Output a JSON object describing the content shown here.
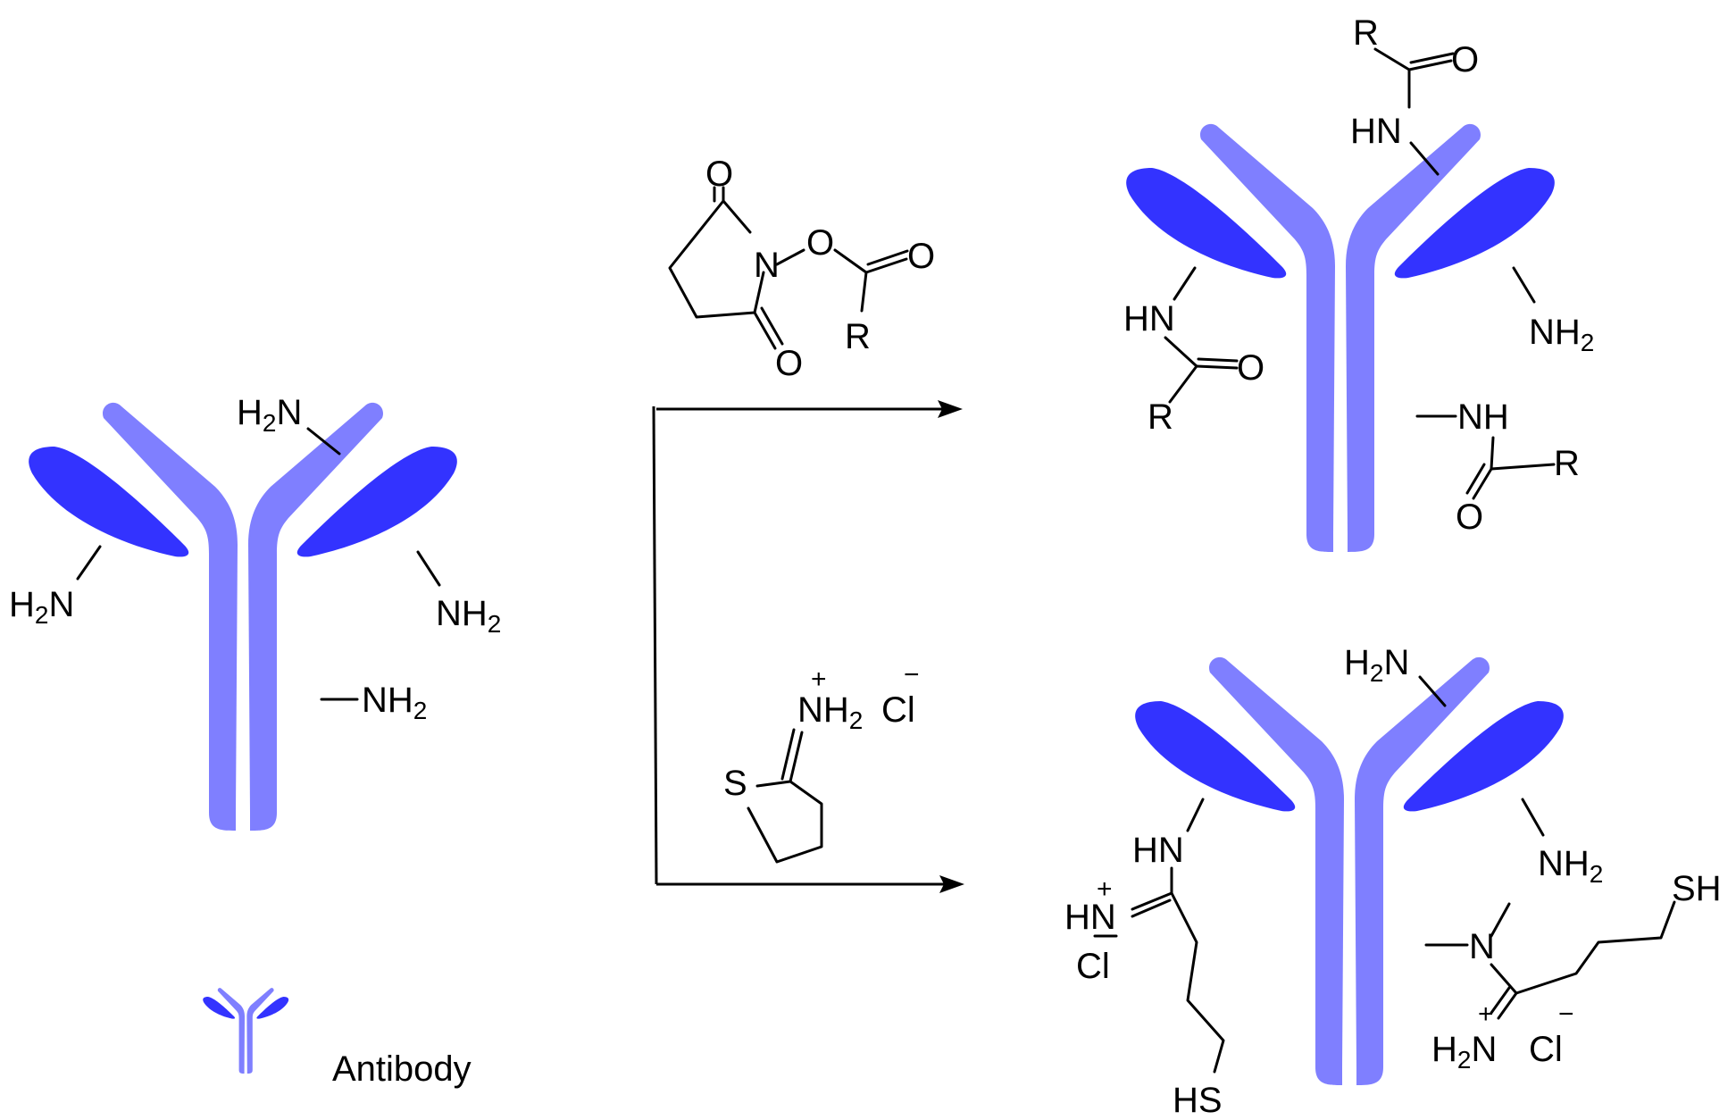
{
  "legend": {
    "label": "Antibody"
  },
  "start_antibody": {
    "groups": [
      "H2N",
      "H2N",
      "NH2",
      "NH2"
    ]
  },
  "reagent_nhs": {
    "atoms": {
      "o_top": "O",
      "n": "N",
      "o_link": "O",
      "o_carbonyl": "O",
      "r": "R",
      "o_bottom": "O"
    }
  },
  "reagent_traut": {
    "atoms": {
      "s": "S",
      "nh2": "NH2",
      "plus": "+",
      "cl": "Cl",
      "minus": "−"
    }
  },
  "product_amide": {
    "groups": [
      "HN",
      "R",
      "O",
      "HN",
      "R",
      "O",
      "NH2",
      "NH",
      "R",
      "O"
    ]
  },
  "product_thiol": {
    "groups": [
      "H2N",
      "NH2",
      "HN",
      "HN",
      "+",
      "Cl",
      "HS",
      "N",
      "SH",
      "H2N",
      "+",
      "Cl",
      "−"
    ]
  },
  "colors": {
    "arm": "#7f7fff",
    "fab": "#3333ff",
    "ink": "#000000"
  }
}
